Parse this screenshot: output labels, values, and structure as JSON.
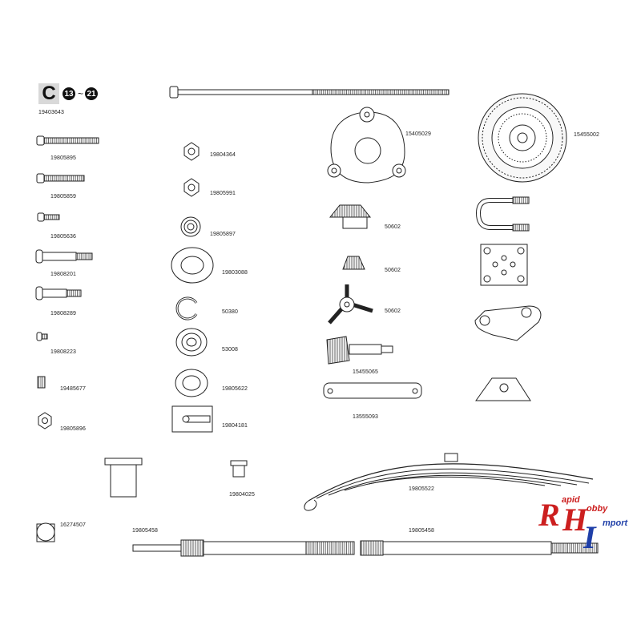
{
  "sheet": {
    "header": {
      "letter": "C",
      "step_from": "13",
      "tilde": "~",
      "step_to": "21",
      "part_number": "19403643"
    },
    "labels": {
      "screw_long_1": "19805895",
      "screw_long_2": "19805859",
      "screw_short": "19805636",
      "shoulder_screw_1": "19808201",
      "shoulder_screw_2": "19808289",
      "screw_tiny": "19808223",
      "grub_screw": "19485677",
      "hex_nut_1": "19805896",
      "hex_nut_2": "19804364",
      "hex_nut_3": "19805991",
      "lock_nut": "19805897",
      "large_washer": "19803088",
      "e_ring": "50380",
      "bearing_1": "53008",
      "bearing_2": "19805622",
      "slotted_plate": "19804181",
      "spacer_small": "19804025",
      "diff_housing": "15405029",
      "bevel_gear_1": "50602",
      "bevel_gear_2": "50602",
      "spider_gear": "50602",
      "pinion_shaft": "15455065",
      "dogbone": "13555093",
      "crown_gear": "15455002",
      "leaf_spring": "19805522",
      "shaft_left": "19805458",
      "shaft_right": "19805458",
      "bushing": "16274507"
    },
    "logo": {
      "word1": "apid",
      "word2": "obby",
      "word3": "mport",
      "initials_r": "R",
      "initials_h": "H",
      "initials_i": "I",
      "colors": {
        "red": "#cc1f1f",
        "blue": "#1f3fa8"
      }
    }
  }
}
